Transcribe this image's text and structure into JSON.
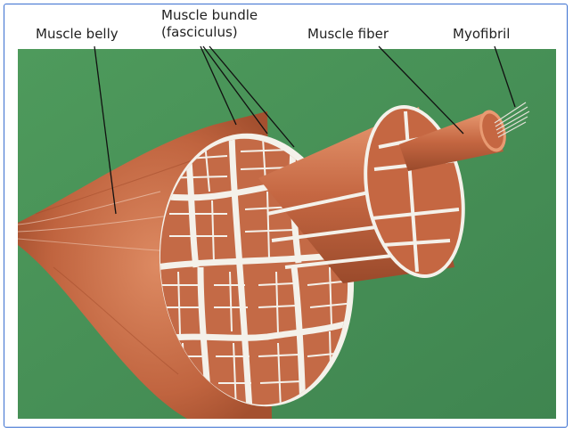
{
  "figure": {
    "colors": {
      "background_green": "#4a8f57",
      "muscle_dark": "#9b4b2c",
      "muscle_mid": "#c86a45",
      "muscle_light": "#e4926a",
      "connective_tissue": "#f4f1ea",
      "frame_border": "#3a6fd0"
    },
    "labels": {
      "muscle_belly": "Muscle belly",
      "muscle_bundle_line1": "Muscle bundle",
      "muscle_bundle_line2": "(fasciculus)",
      "muscle_fiber": "Muscle fiber",
      "myofibril": "Myofibril"
    }
  }
}
